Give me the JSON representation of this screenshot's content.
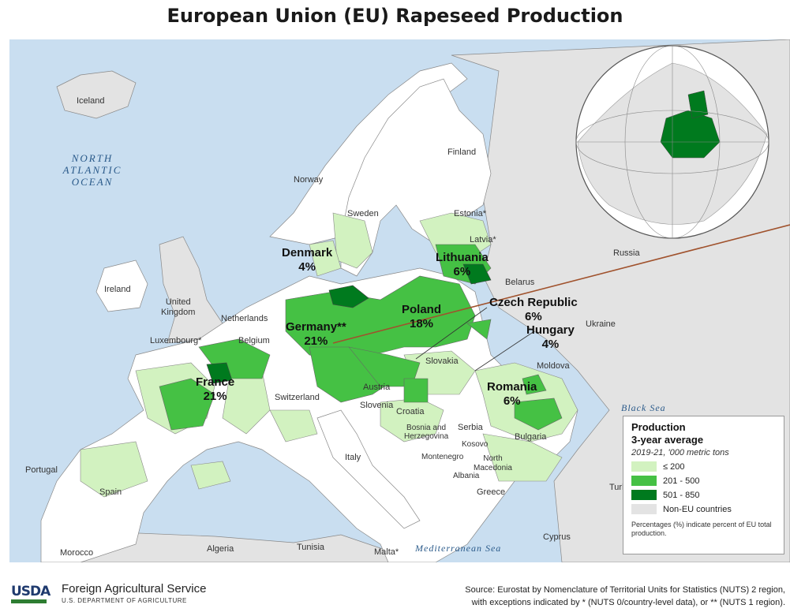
{
  "title": "European Union (EU) Rapeseed Production",
  "colors": {
    "sea": "#c9def0",
    "non_eu": "#e3e3e3",
    "eu_none": "#ffffff",
    "low": "#d2f2c0",
    "mid": "#45c144",
    "high": "#007a1e",
    "border": "#666666",
    "pointer": "#a0522d"
  },
  "labels": {
    "iceland": "Iceland",
    "north_atlantic": "NORTH\nATLANTIC\nOCEAN",
    "norway": "Norway",
    "sweden": "Sweden",
    "finland": "Finland",
    "estonia": "Estonia*",
    "latvia": "Latvia*",
    "russia": "Russia",
    "belarus": "Belarus",
    "ukraine": "Ukraine",
    "moldova": "Moldova",
    "ireland": "Ireland",
    "united_kingdom": "United\nKingdom",
    "netherlands": "Netherlands",
    "belgium": "Belgium",
    "luxembourg": "Luxembourg*",
    "switzerland": "Switzerland",
    "austria": "Austria",
    "slovakia": "Slovakia",
    "slovenia": "Slovenia",
    "croatia": "Croatia",
    "bosnia": "Bosnia and\nHerzegovina",
    "serbia": "Serbia",
    "kosovo": "Kosovo",
    "montenegro": "Montenegro",
    "north_macedonia": "North\nMacedonia",
    "albania": "Albania",
    "bulgaria": "Bulgaria",
    "italy": "Italy",
    "greece": "Greece",
    "turkey": "Turkey",
    "portugal": "Portugal",
    "spain": "Spain",
    "algeria": "Algeria",
    "tunisia": "Tunisia",
    "morocco": "Morocco",
    "malta": "Malta*",
    "cyprus": "Cyprus",
    "black_sea": "Black Sea",
    "mediterranean": "Mediterranean Sea"
  },
  "highlights": {
    "denmark": {
      "name": "Denmark",
      "share": "4%"
    },
    "lithuania": {
      "name": "Lithuania",
      "share": "6%"
    },
    "poland": {
      "name": "Poland",
      "share": "18%"
    },
    "germany": {
      "name": "Germany**",
      "share": "21%"
    },
    "czech": {
      "name": "Czech Republic",
      "share": "6%"
    },
    "hungary": {
      "name": "Hungary",
      "share": "4%"
    },
    "romania": {
      "name": "Romania",
      "share": "6%"
    },
    "france": {
      "name": "France",
      "share": "21%"
    }
  },
  "legend": {
    "title": "Production\n3-year average",
    "subtitle": "2019-21, '000 metric tons",
    "items": [
      {
        "label": "≤ 200"
      },
      {
        "label": "201 - 500"
      },
      {
        "label": "501 - 850"
      },
      {
        "label": "Non-EU countries"
      }
    ],
    "note": "Percentages (%) indicate percent of EU total production."
  },
  "footer": {
    "agency_logo": "USDA",
    "agency": "Foreign Agricultural Service",
    "department": "U.S. DEPARTMENT OF AGRICULTURE",
    "source_line1": "Source: Eurostat by Nomenclature of Territorial Units for Statistics (NUTS) 2 region,",
    "source_line2": "with exceptions indicated by * (NUTS 0/country-level data), or ** (NUTS 1 region)."
  }
}
